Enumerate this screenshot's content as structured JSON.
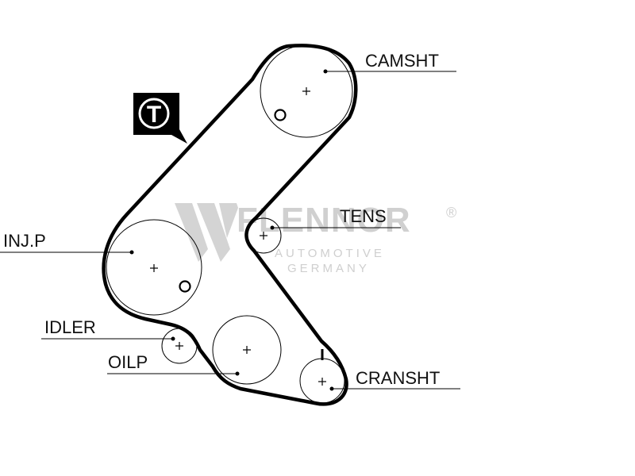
{
  "watermark": {
    "brand": "FLENNOR",
    "registered": "®",
    "line1": "AUTOMOTIVE",
    "line2": "GERMANY"
  },
  "timing_marker": {
    "letter": "T"
  },
  "labels": {
    "camshaft": "CAMSHT",
    "tensioner": "TENS",
    "injection_pump": "INJ.P",
    "idler": "IDLER",
    "oil_pump": "OILP",
    "crankshaft": "CRANSHT"
  }
}
